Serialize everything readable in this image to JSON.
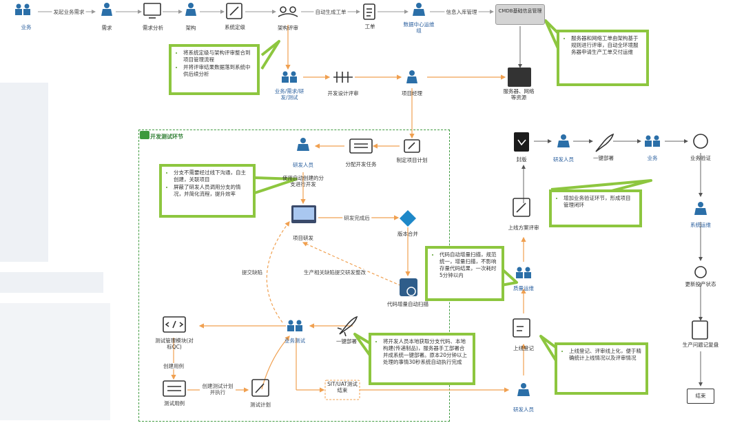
{
  "nodes": {
    "n_business": "业务",
    "n_demand": "需求",
    "n_analysis": "需求分析",
    "n_arch": "架构",
    "n_sysgrade": "系统定级",
    "n_archreview": "架构评审",
    "n_workorder": "工单",
    "n_dcops": "数据中心运维组",
    "n_cmdb": "CMDB基础信息管理",
    "n_bizdev": "业务/需求/研发/测试",
    "n_devreview": "开发设计评审",
    "n_pm": "项目经理",
    "n_servers": "服务器、网络等资源",
    "n_plan": "制定项目计划",
    "n_assign": "分配开发任务",
    "n_developer": "研发人员",
    "n_branchdev": "使用自动创建的分支进行开发",
    "n_projdev": "项目研发",
    "n_merge": "版本合并",
    "n_scan": "代码增量自动扫描",
    "n_testmod": "测试管理模块(对标QC)",
    "n_bizuat": "业务测试",
    "n_deploy1": "一键部署",
    "n_testcase": "测试用例",
    "n_testplan": "测试计划",
    "n_sitreport": "SIT/UAT测试结束",
    "n_developer2": "研发人员",
    "n_seal": "封版",
    "n_developer3": "研发人员",
    "n_deploy2": "一键部署",
    "n_business2": "业务",
    "n_bizverify": "业务验证",
    "n_sysops": "系统运维",
    "n_updprod": "更新投产状态",
    "n_prodreview": "生产问题记复盘",
    "n_end": "结束",
    "n_golive_review": "上线方案评审",
    "n_qaops": "质量运维",
    "n_golive_reg": "上线登记"
  },
  "edges": {
    "e1": "发起业务需求",
    "e2": "自动生成工单",
    "e3": "信息入库管理",
    "e4": "研发完成后",
    "e5": "提交缺陷",
    "e6": "生产相关缺陷提交研发整改",
    "e7": "创建用例",
    "e8": "创建测试计划并执行"
  },
  "frame_title": "开发测试环节",
  "notes": {
    "note1": [
      "将系统定级与架构评审整合到项目管理流程",
      "并将评审结果数据落到系统中供后续分析"
    ],
    "note2": [
      "服务器和网络工单由架构基于规则进行评审，自动全环境服务器申请生产工单交付运维"
    ],
    "note3": [
      "分支不需要经过线下沟通，自主创建，关联项目",
      "屏蔽了研发人员调用分支的情况，并简化流程，提升效率"
    ],
    "note4": [
      "代码自动增量扫描，规范统一，增量扫描，不影响存量代码结果，一次耗时5分钟以内"
    ],
    "note5": [
      "将开发人员本地获取分支代码、本地构建(传递制品)，服务器手工部署合并成系统一键部署。原本20分钟以上处理的事情30秒系统自动执行完成"
    ],
    "note6": [
      "增加业务验证环节，形成项目管理闭环"
    ],
    "note7": [
      "上线登记、评审线上化，便于精确统计上线情况以及评审情况"
    ]
  },
  "colors": {
    "accent_green": "#8dc63f",
    "frame_green": "#3e9a3e",
    "flow_orange": "#f0a050",
    "person_blue": "#2b6fa8",
    "text_blue": "#2a5f9e"
  }
}
